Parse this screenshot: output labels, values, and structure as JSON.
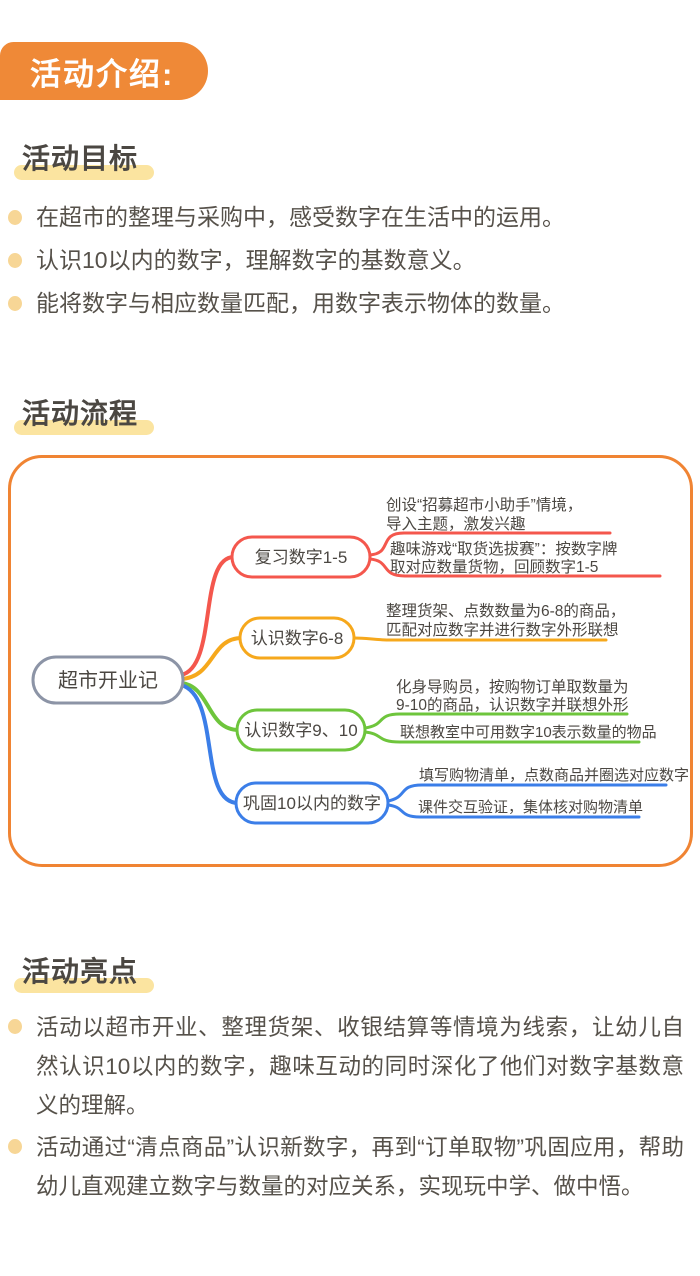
{
  "header": {
    "badge_label": "活动介绍:"
  },
  "colors": {
    "badge_orange": "#EF8937",
    "container_orange": "#F08433",
    "highlight_yellow": "#FBE4A0",
    "bullet_amber": "#F7D696",
    "text_dark": "#56514a",
    "root_border": "#8C94A6",
    "branch_red": "#F4574D",
    "branch_amber": "#F6A81C",
    "branch_green": "#6EC53C",
    "branch_blue": "#3B7EE8"
  },
  "sections": {
    "goals": {
      "heading": "活动目标",
      "items": [
        "在超市的整理与采购中，感受数字在生活中的运用。",
        "认识10以内的数字，理解数字的基数意义。",
        "能将数字与相应数量匹配，用数字表示物体的数量。"
      ]
    },
    "process": {
      "heading": "活动流程",
      "mindmap": {
        "root": "超市开业记",
        "branches": [
          {
            "label": "复习数字1-5",
            "color": "#F4574D",
            "leaves": [
              {
                "lines": [
                  "创设“招募超市小助手”情境，",
                  "导入主题，激发兴趣"
                ]
              },
              {
                "lines": [
                  "趣味游戏“取货选拔赛”：按数字牌",
                  "取对应数量货物，回顾数字1-5"
                ]
              }
            ]
          },
          {
            "label": "认识数字6-8",
            "color": "#F6A81C",
            "leaves": [
              {
                "lines": [
                  "整理货架、点数数量为6-8的商品，",
                  "匹配对应数字并进行数字外形联想"
                ]
              }
            ]
          },
          {
            "label": "认识数字9、10",
            "color": "#6EC53C",
            "leaves": [
              {
                "lines": [
                  "化身导购员，按购物订单取数量为",
                  "9-10的商品，认识数字并联想外形"
                ]
              },
              {
                "lines": [
                  "联想教室中可用数字10表示数量的物品"
                ]
              }
            ]
          },
          {
            "label": "巩固10以内的数字",
            "color": "#3B7EE8",
            "leaves": [
              {
                "lines": [
                  "填写购物清单，点数商品并圈选对应数字"
                ]
              },
              {
                "lines": [
                  "课件交互验证，集体核对购物清单"
                ]
              }
            ]
          }
        ]
      }
    },
    "highlights": {
      "heading": "活动亮点",
      "items": [
        "活动以超市开业、整理货架、收银结算等情境为线索，让幼儿自然认识10以内的数字，趣味互动的同时深化了他们对数字基数意义的理解。",
        "活动通过“清点商品”认识新数字，再到“订单取物”巩固应用，帮助幼儿直观建立数字与数量的对应关系，实现玩中学、做中悟。"
      ]
    }
  }
}
